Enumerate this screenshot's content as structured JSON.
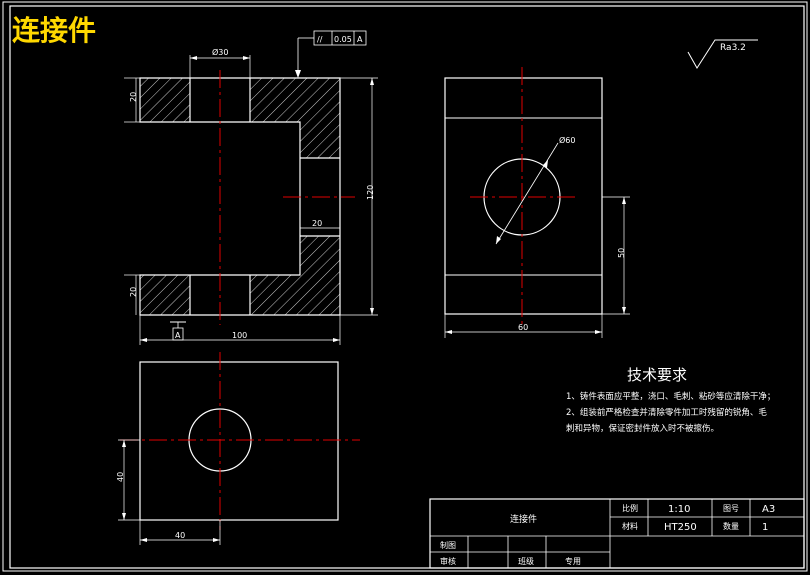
{
  "title": "连接件",
  "roughness": "Ra3.2",
  "tolerance": {
    "symbol": "//",
    "value": "0.05",
    "datum": "A"
  },
  "dims": {
    "bore": "Ø30",
    "top_flange": "20",
    "bottom_flange": "20",
    "height": "120",
    "inner_step": "20",
    "width": "100",
    "right_width": "60",
    "right_height": "50",
    "hole_dia": "Ø60",
    "bottom_w": "40",
    "bottom_h": "40"
  },
  "datum_label": "A",
  "tech_req": {
    "heading": "技术要求",
    "line1": "1、铸件表面应平整，浇口、毛刺、粘砂等应清除干净；",
    "line2a": "2、组装前严格检查并清除零件加工时残留的锐角、毛",
    "line2b": "刺和异物，保证密封件放入时不被擦伤。"
  },
  "title_block": {
    "part_name": "连接件",
    "scale_label": "比例",
    "scale": "1:10",
    "drawing_no_label": "图号",
    "size": "A3",
    "material_label": "材料",
    "material": "HT250",
    "qty_label": "数量",
    "qty": "1",
    "drawn_label": "制图",
    "review_label": "审核",
    "class_label": "班级",
    "major_label": "专用"
  }
}
